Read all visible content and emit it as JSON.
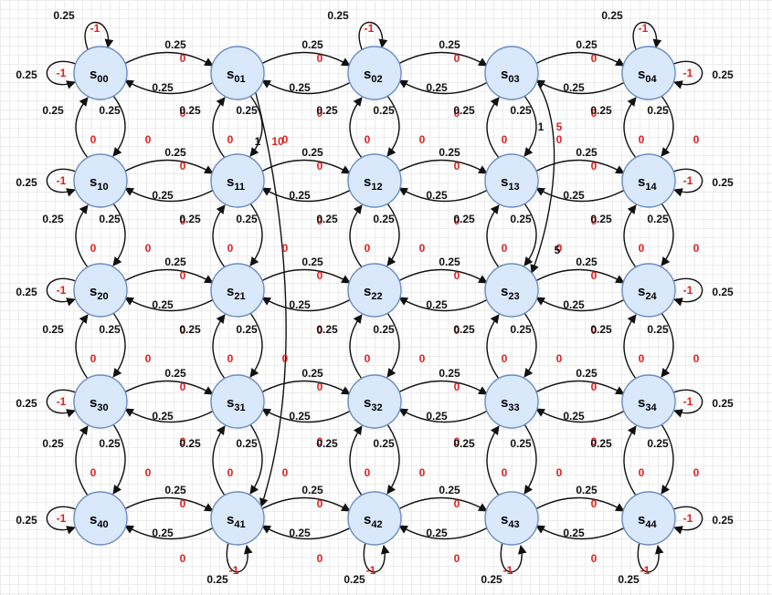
{
  "diagram": {
    "type": "markov-grid",
    "rows": 5,
    "cols": 5,
    "node_prefix": "s",
    "colors": {
      "node_fill": "#dae8fc",
      "node_stroke": "#6c8ebf",
      "edge": "#111111",
      "probability_text": "#111111",
      "reward_text": "#e02020"
    },
    "neighbor_probability": "0.25",
    "neighbor_reward": "0",
    "wall_probability": "0.25",
    "wall_reward": "-1",
    "special_transitions": [
      {
        "from": "s01",
        "to": "s41",
        "probability": "1",
        "reward": "10"
      },
      {
        "from": "s03",
        "to": "s23",
        "probability": "1",
        "reward": "5"
      }
    ]
  }
}
